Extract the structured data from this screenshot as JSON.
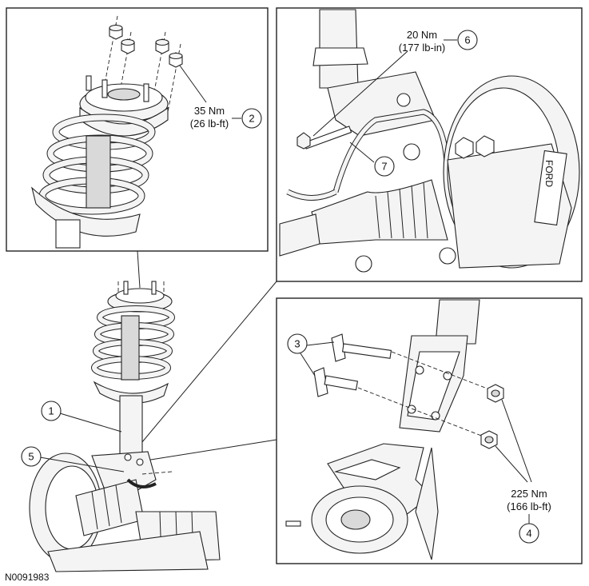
{
  "callouts": {
    "c1": "1",
    "c2": "2",
    "c3": "3",
    "c4": "4",
    "c5": "5",
    "c6": "6",
    "c7": "7"
  },
  "torque": {
    "mount_nuts_nm": "35 Nm",
    "mount_nuts_lbft": "(26 lb-ft)",
    "brake_hose_nm": "20 Nm",
    "brake_hose_lbin": "(177 lb-in)",
    "lower_bolts_nm": "225 Nm",
    "lower_bolts_lbft": "(166 lb-ft)"
  },
  "caliper_marking": "FORD",
  "figure_code": "N0091983"
}
